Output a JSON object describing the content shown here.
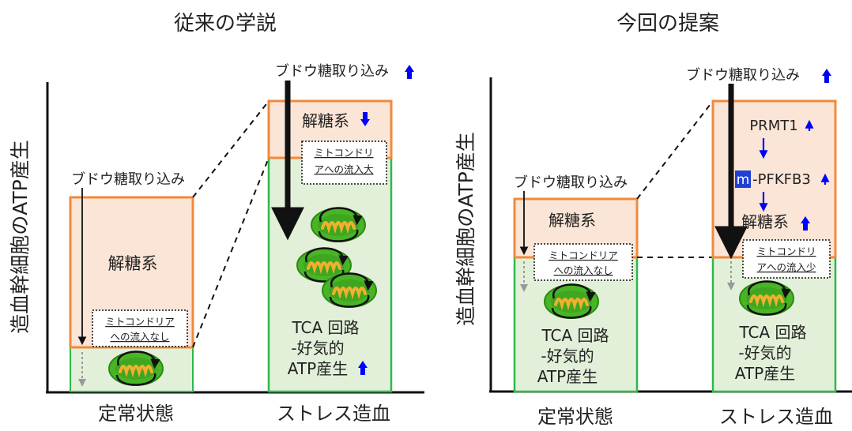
{
  "left": {
    "title": "従来の学説",
    "ylabel": "造血幹細胞のATP産生",
    "steady": {
      "glucose": "ブドウ糖取り込み",
      "glycolysis": "解糖系",
      "mito_flow": [
        "ミトコンドリア",
        "への流入なし"
      ],
      "xlabel": "定常状態"
    },
    "stress": {
      "glucose": "ブドウ糖取り込み",
      "glycolysis": "解糖系",
      "mito_flow": [
        "ミトコンドリ",
        "アへの流入大"
      ],
      "tca": [
        "TCA 回路",
        "-好気的",
        "ATP産生"
      ],
      "xlabel": "ストレス造血"
    }
  },
  "right": {
    "title": "今回の提案",
    "ylabel": "造血幹細胞のATP産生",
    "steady": {
      "glucose": "ブドウ糖取り込み",
      "glycolysis": "解糖系",
      "mito_flow": [
        "ミトコンドリア",
        "への流入なし"
      ],
      "tca": [
        "TCA 回路",
        "-好気的",
        "ATP産生"
      ],
      "xlabel": "定常状態"
    },
    "stress": {
      "glucose": "ブドウ糖取り込み",
      "prmt1": "PRMT1",
      "methyl_mark": "m",
      "pfkfb3": "-PFKFB3",
      "glycolysis": "解糖系",
      "mito_flow": [
        "ミトコンドリ",
        "アへの流入少"
      ],
      "tca": [
        "TCA 回路",
        "-好気的",
        "ATP産生"
      ],
      "xlabel": "ストレス造血"
    }
  },
  "colors": {
    "glycolysis_fill": "#fbe5d6",
    "glycolysis_stroke": "#f08a3c",
    "tca_fill": "#e2f0d9",
    "tca_stroke": "#2eb84c",
    "arrow_blue": "#0000ff",
    "mito_green": "#49b526",
    "mito_inner": "#f0b030"
  }
}
